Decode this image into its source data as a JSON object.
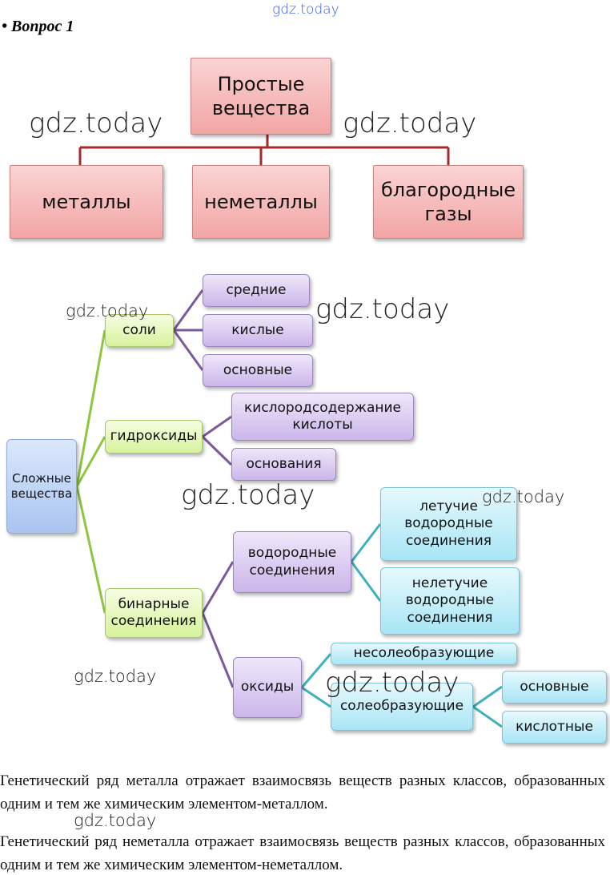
{
  "header": {
    "watermark": "gdz.today",
    "question": "• Вопрос 1"
  },
  "simple": {
    "root": "Простые вещества",
    "children": [
      "металлы",
      "неметаллы",
      "благородные газы"
    ]
  },
  "complex": {
    "root": "Сложные вещества",
    "salts": "соли",
    "salt_types": [
      "средние",
      "кислые",
      "основные"
    ],
    "hydroxides": "гидроксиды",
    "hydroxide_types": [
      "кислородсодержание кислоты",
      "основания"
    ],
    "binary": "бинарные соединения",
    "hydrogen": "водородные соединения",
    "hydrogen_types": [
      "летучие водородные соединения",
      "нелетучие водородные соединения"
    ],
    "oxides": "оксиды",
    "oxide_types": [
      "несолеобразующие",
      "солеобразующие"
    ],
    "salt_forming_types": [
      "основные",
      "кислотные"
    ]
  },
  "watermarks": [
    "gdz.today",
    "gdz.today",
    "gdz.today",
    "gdz.today",
    "gdz.today",
    "gdz.today",
    "gdz.today",
    "gdz.today",
    "gdz.today"
  ],
  "text": {
    "p1": "Генетический ряд металла отражает взаимосвязь веществ разных классов, образованных одним и тем же химическим элементом-металлом.",
    "p2": "Генетический ряд неметалла отражает взаимосвязь веществ разных классов, образованных одним и тем же химическим элементом-неметаллом."
  },
  "colors": {
    "red_line": "#a52a2a",
    "green_line": "#8dc63f",
    "purple_line": "#7a5a9a",
    "cyan_line": "#3fb0bf"
  }
}
